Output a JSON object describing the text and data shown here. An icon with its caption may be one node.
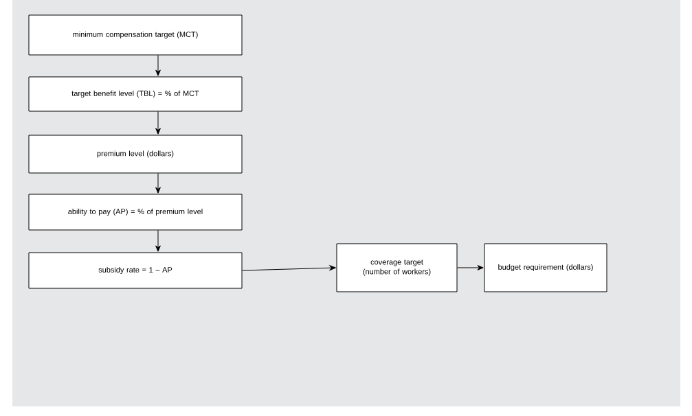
{
  "diagram": {
    "nodes": [
      {
        "text": [
          "minimum compensation target (MCT)"
        ]
      },
      {
        "text": [
          "target benefit level (TBL) = % of MCT"
        ]
      },
      {
        "text": [
          "premium level (dollars)"
        ]
      },
      {
        "text": [
          "ability to pay (AP) = % of premium level"
        ]
      },
      {
        "text": [
          "subsidy rate = 1 – AP"
        ]
      },
      {
        "text": [
          "coverage target (number of workers)"
        ]
      },
      {
        "text": [
          "budget requirement (dollars)"
        ]
      }
    ],
    "edges": [
      {
        "from": 0,
        "to": 1,
        "arrow": "to"
      },
      {
        "from": 1,
        "to": 2,
        "arrow": "to"
      },
      {
        "from": 2,
        "to": 3,
        "arrow": "to"
      },
      {
        "from": 3,
        "to": 4,
        "arrow": "to"
      },
      {
        "from": 4,
        "to": 5,
        "arrow": "to"
      },
      {
        "from": 5,
        "to": 6,
        "arrow": "to"
      }
    ]
  }
}
